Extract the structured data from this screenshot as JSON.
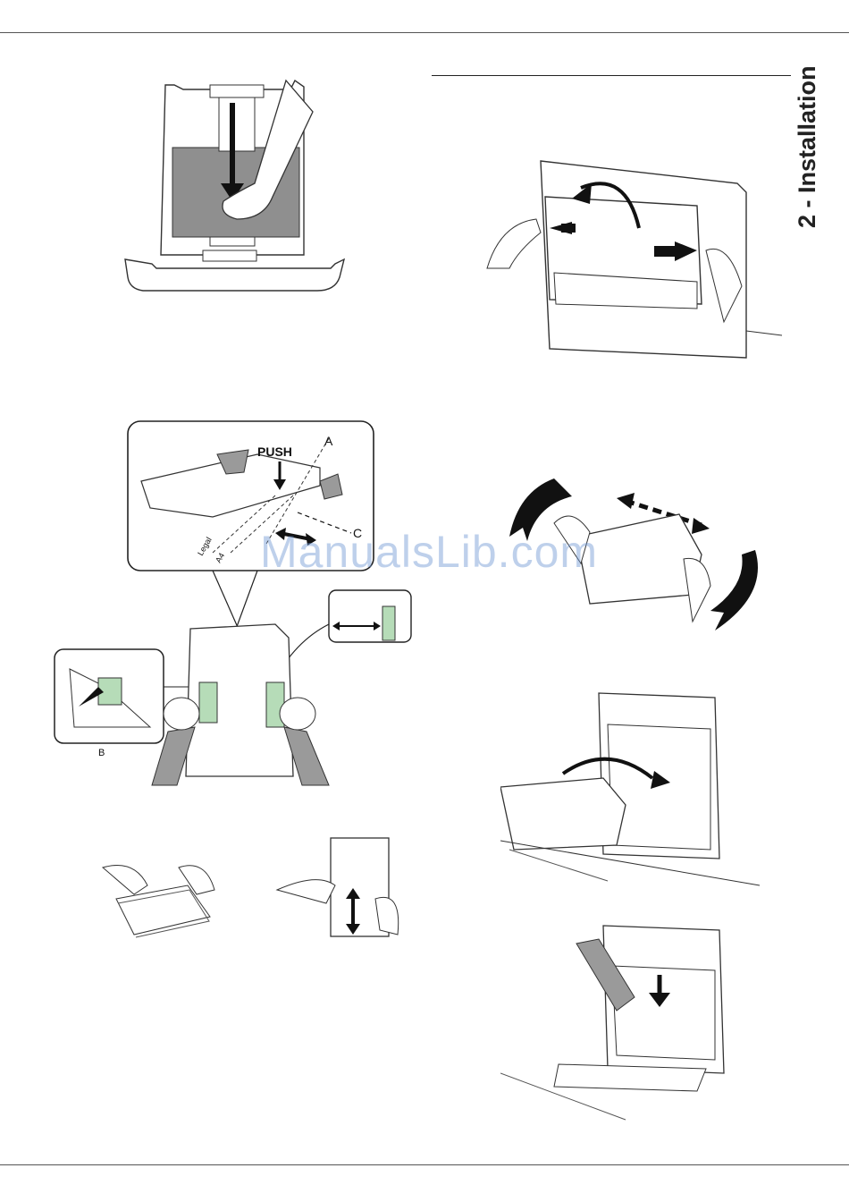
{
  "header": {
    "section_tab": "2 - Installation"
  },
  "watermark": "ManualsLib.com",
  "figures": {
    "tray_push": {
      "push_label": "PUSH",
      "label_a": "A",
      "label_c": "C",
      "label_legal": "Legal",
      "label_a4": "A4",
      "label_b": "B"
    }
  },
  "colors": {
    "accent_green": "#b6dcb8",
    "rule": "#555555",
    "shade": "#9a9a9a"
  }
}
